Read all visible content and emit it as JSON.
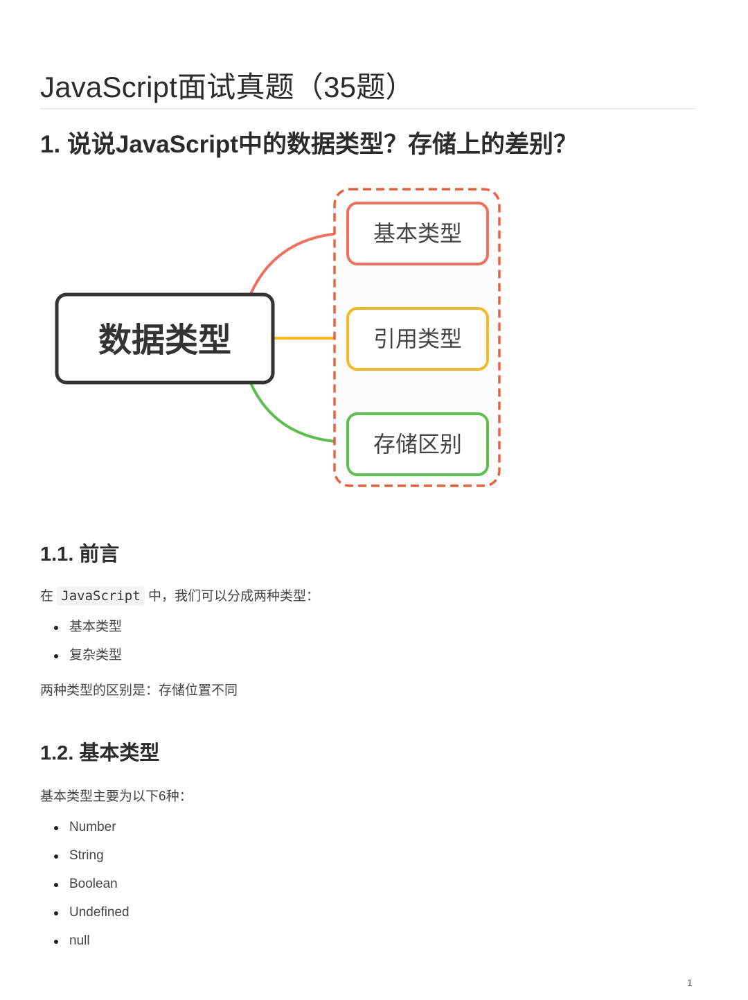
{
  "document": {
    "title": "JavaScript面试真题（35题）",
    "page_number": "1"
  },
  "question": {
    "heading": "1. 说说JavaScript中的数据类型？存储上的差别？"
  },
  "diagram": {
    "root": "数据类型",
    "branches": [
      {
        "label": "基本类型",
        "color": "#f07060"
      },
      {
        "label": "引用类型",
        "color": "#f5b829"
      },
      {
        "label": "存储区别",
        "color": "#5cbf4f"
      }
    ],
    "group_border_color": "#e8603c",
    "root_border_color": "#333333"
  },
  "section_1_1": {
    "heading": "1.1. 前言",
    "intro_prefix": "在",
    "intro_code": "JavaScript",
    "intro_suffix": "中，我们可以分成两种类型：",
    "items": [
      "基本类型",
      "复杂类型"
    ],
    "conclusion": "两种类型的区别是：存储位置不同"
  },
  "section_1_2": {
    "heading": "1.2. 基本类型",
    "intro": "基本类型主要为以下6种：",
    "items": [
      "Number",
      "String",
      "Boolean",
      "Undefined",
      "null"
    ]
  }
}
